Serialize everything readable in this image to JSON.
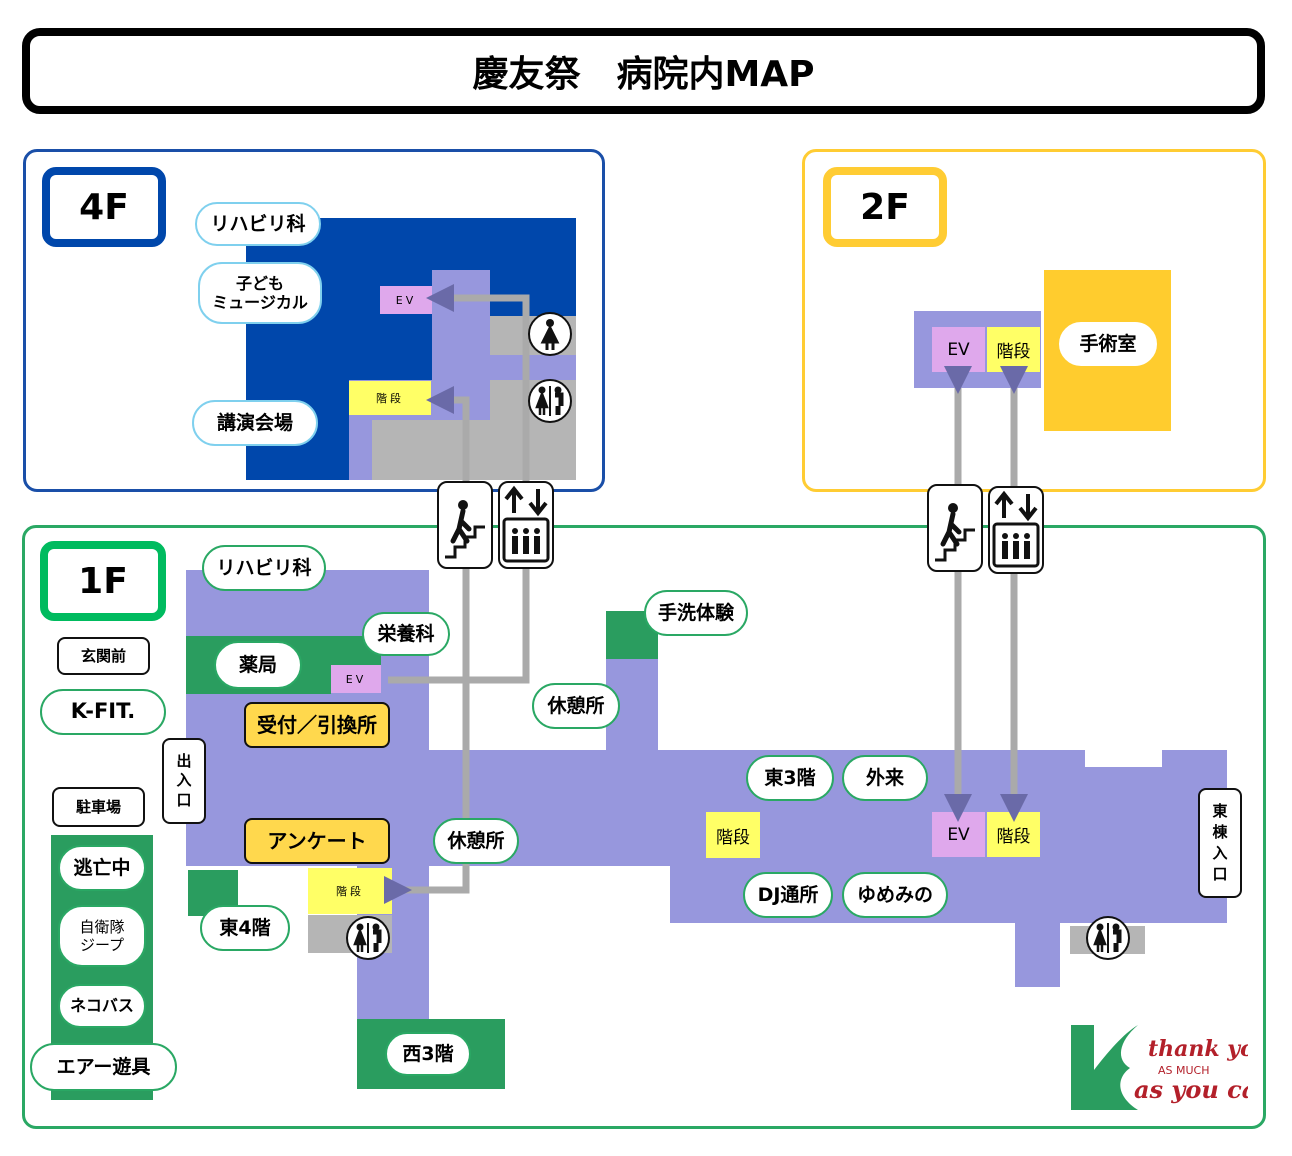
{
  "title": "慶友祭　病院内MAP",
  "colors": {
    "floor4": "#0047ab",
    "floor2": "#ffcc33",
    "floor1": "#2aa864",
    "corridor": "#9797dd",
    "room": "#2a9d5f",
    "stairs": "#ffff66",
    "elevator": "#dfa8ec",
    "reception": "#ffd84d"
  },
  "floor4": {
    "label": "4F",
    "rooms": [
      "リハビリ科",
      "子ども\nミュージカル",
      "講演会場"
    ],
    "ev": "EV",
    "stairs": "階段",
    "icons": [
      "toilet-women-icon",
      "toilet-icon"
    ]
  },
  "floor2": {
    "label": "2F",
    "rooms": [
      "手術室"
    ],
    "ev": "EV",
    "stairs": "階段"
  },
  "floor1": {
    "label": "1F",
    "rooms": [
      "リハビリ科",
      "栄養科",
      "薬局",
      "手洗体験",
      "休憩所",
      "休憩所",
      "東3階",
      "外来",
      "DJ通所",
      "ゆめみの",
      "東4階",
      "西3階"
    ],
    "outdoor": [
      "玄関前",
      "K-FIT.",
      "駐車場",
      "逃亡中",
      "自衛隊\nジープ",
      "ネコバス",
      "エアー遊具"
    ],
    "entrances": [
      "出\n入\n口",
      "東\n棟\n入\n口"
    ],
    "booths": [
      "受付／引換所",
      "アンケート"
    ],
    "ev": "EV",
    "stairs": "階段",
    "stairs_east": "階段"
  },
  "logo": {
    "text": "thank you AS MUCH as you can!"
  }
}
